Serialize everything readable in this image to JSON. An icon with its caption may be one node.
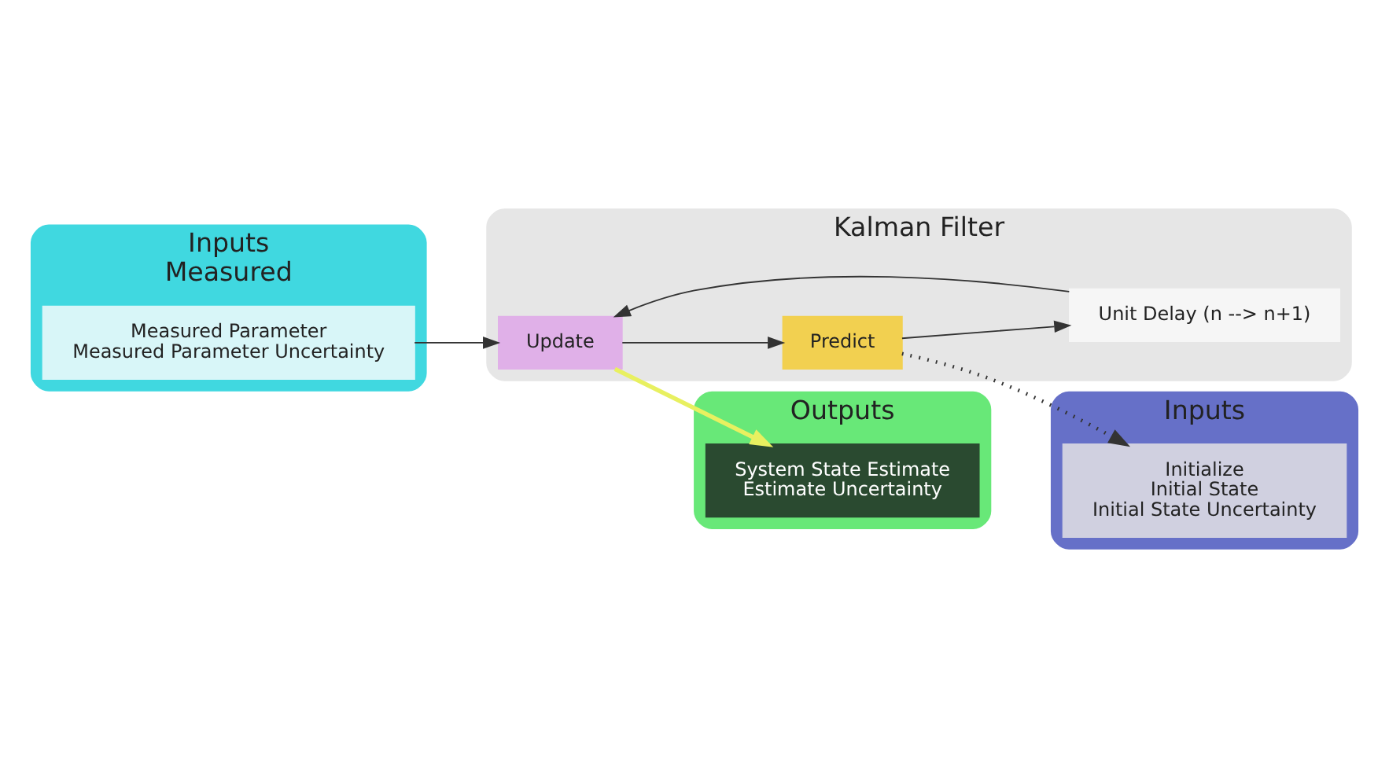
{
  "diagram": {
    "nodes": [
      {
        "text": [
          "Outputs"
        ]
      },
      {
        "text": [
          "System State Estimate",
          "Estimate Uncertainty"
        ],
        "in": 0
      },
      {
        "text": [
          "Inputs"
        ]
      },
      {
        "text": [
          "Initialize",
          "Initial State",
          "Initial State Uncertainty"
        ],
        "in": 2
      },
      {
        "text": [
          "Inputs",
          "Measured"
        ]
      },
      {
        "text": [
          "Measured Parameter",
          "Measured Parameter Uncertainty"
        ],
        "in": 4
      },
      {
        "text": [
          "Kalman Filter"
        ]
      },
      {
        "text": [
          "Update"
        ],
        "in": 6
      },
      {
        "text": [
          "Predict"
        ],
        "in": 6
      },
      {
        "text": [
          "Unit Delay (n --> n+1)"
        ],
        "in": 6
      }
    ],
    "edges": [
      {
        "from": 5,
        "to": 7,
        "arrow": "to"
      },
      {
        "from": 7,
        "to": 8,
        "arrow": "to"
      },
      {
        "from": 7,
        "to": 1,
        "arrow": "to",
        "color": "#e8f060",
        "style": "thick"
      },
      {
        "from": 8,
        "to": 3,
        "arrow": "to",
        "style": "dashed"
      },
      {
        "from": 8,
        "to": 9,
        "arrow": "to"
      },
      {
        "from": 9,
        "to": 7,
        "arrow": "to"
      }
    ]
  }
}
